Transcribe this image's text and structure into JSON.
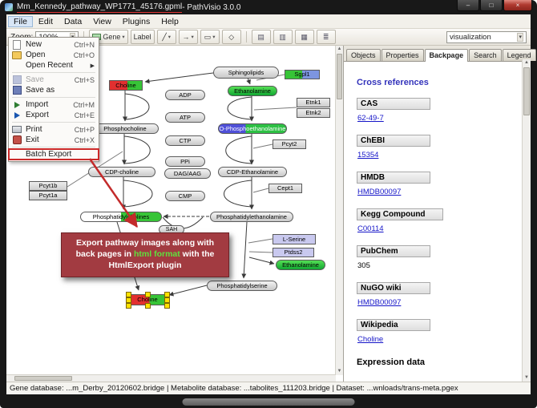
{
  "window": {
    "title_file": "Mm_Kennedy_pathway_WP1771_45176.gpml",
    "title_suffix": " - PathVisio 3.0.0",
    "controls": {
      "minimize": "–",
      "maximize": "□",
      "close": "×"
    }
  },
  "menubar": {
    "items": [
      "File",
      "Edit",
      "Data",
      "View",
      "Plugins",
      "Help"
    ]
  },
  "file_menu": {
    "submenu_arrow": "▶",
    "items": [
      {
        "label": "New",
        "shortcut": "Ctrl+N"
      },
      {
        "label": "Open",
        "shortcut": "Ctrl+O"
      },
      {
        "label": "Open Recent",
        "shortcut": ""
      },
      {
        "label": "Save",
        "shortcut": "Ctrl+S"
      },
      {
        "label": "Save as",
        "shortcut": ""
      },
      {
        "label": "Import",
        "shortcut": "Ctrl+M"
      },
      {
        "label": "Export",
        "shortcut": "Ctrl+E"
      },
      {
        "label": "Print",
        "shortcut": "Ctrl+P"
      },
      {
        "label": "Exit",
        "shortcut": "Ctrl+X"
      },
      {
        "label": "Batch Export",
        "shortcut": ""
      }
    ]
  },
  "toolbar": {
    "zoom_label": "Zoom:",
    "zoom_value": "100%",
    "dropdown_arrow": "▾",
    "gene_button": "Gene",
    "label_button": "Label",
    "visualization_value": "visualization",
    "icons": {
      "line": "╱",
      "connector": "→",
      "shape": "▭",
      "diamond": "◇",
      "align_h": "▤",
      "align_v": "▥",
      "align_grid": "▦",
      "distribute": "≣"
    }
  },
  "sidebar": {
    "tabs": [
      "Objects",
      "Properties",
      "Backpage",
      "Search",
      "Legend"
    ],
    "active_tab": "Backpage",
    "backpage": {
      "heading": "Cross references",
      "sections": [
        {
          "name": "CAS",
          "value": "62-49-7"
        },
        {
          "name": "ChEBI",
          "value": "15354"
        },
        {
          "name": "HMDB",
          "value": "HMDB00097"
        },
        {
          "name": "Kegg Compound",
          "value": "C00114"
        },
        {
          "name": "PubChem",
          "value": "305"
        },
        {
          "name": "NuGO wiki",
          "value": "HMDB00097"
        },
        {
          "name": "Wikipedia",
          "value": "Choline"
        }
      ],
      "footer_heading": "Expression data"
    }
  },
  "canvas": {
    "nodes": [
      {
        "label": "Sphingolipids"
      },
      {
        "label": "Sgpl1"
      },
      {
        "label": "Choline"
      },
      {
        "label": "Ethanolamine"
      },
      {
        "label": "ADP"
      },
      {
        "label": "Etnk1"
      },
      {
        "label": "Etnk2"
      },
      {
        "label": "ATP"
      },
      {
        "label": "Phosphocholine"
      },
      {
        "label": "O-Phosphoethanolamine"
      },
      {
        "label": "CTP"
      },
      {
        "label": "Pcyt2"
      },
      {
        "label": "PPi"
      },
      {
        "label": "CDP-choline"
      },
      {
        "label": "DAG/AAG"
      },
      {
        "label": "CDP-Ethanolamine"
      },
      {
        "label": "Cept1"
      },
      {
        "label": "CMP"
      },
      {
        "label": "Pcyt1b"
      },
      {
        "label": "Pcyt1a"
      },
      {
        "label": "Phosphatidylcholines"
      },
      {
        "label": "Phosphatidylethanolamine"
      },
      {
        "label": "SAH"
      },
      {
        "label": "L-Serine"
      },
      {
        "label": "Ptdss2"
      },
      {
        "label": "Ethanolamine"
      },
      {
        "label": "Phosphatidylserine"
      },
      {
        "label": "Choline"
      }
    ]
  },
  "callout": {
    "part1": "Export pathway images along with back pages in ",
    "part2": "html format",
    "part3": " with the HtmlExport plugin"
  },
  "statusbar": {
    "text": "Gene database: ...m_Derby_20120602.bridge | Metabolite database: ...tabolites_111203.bridge | Dataset: ...wnloads/trans-meta.pgex"
  }
}
